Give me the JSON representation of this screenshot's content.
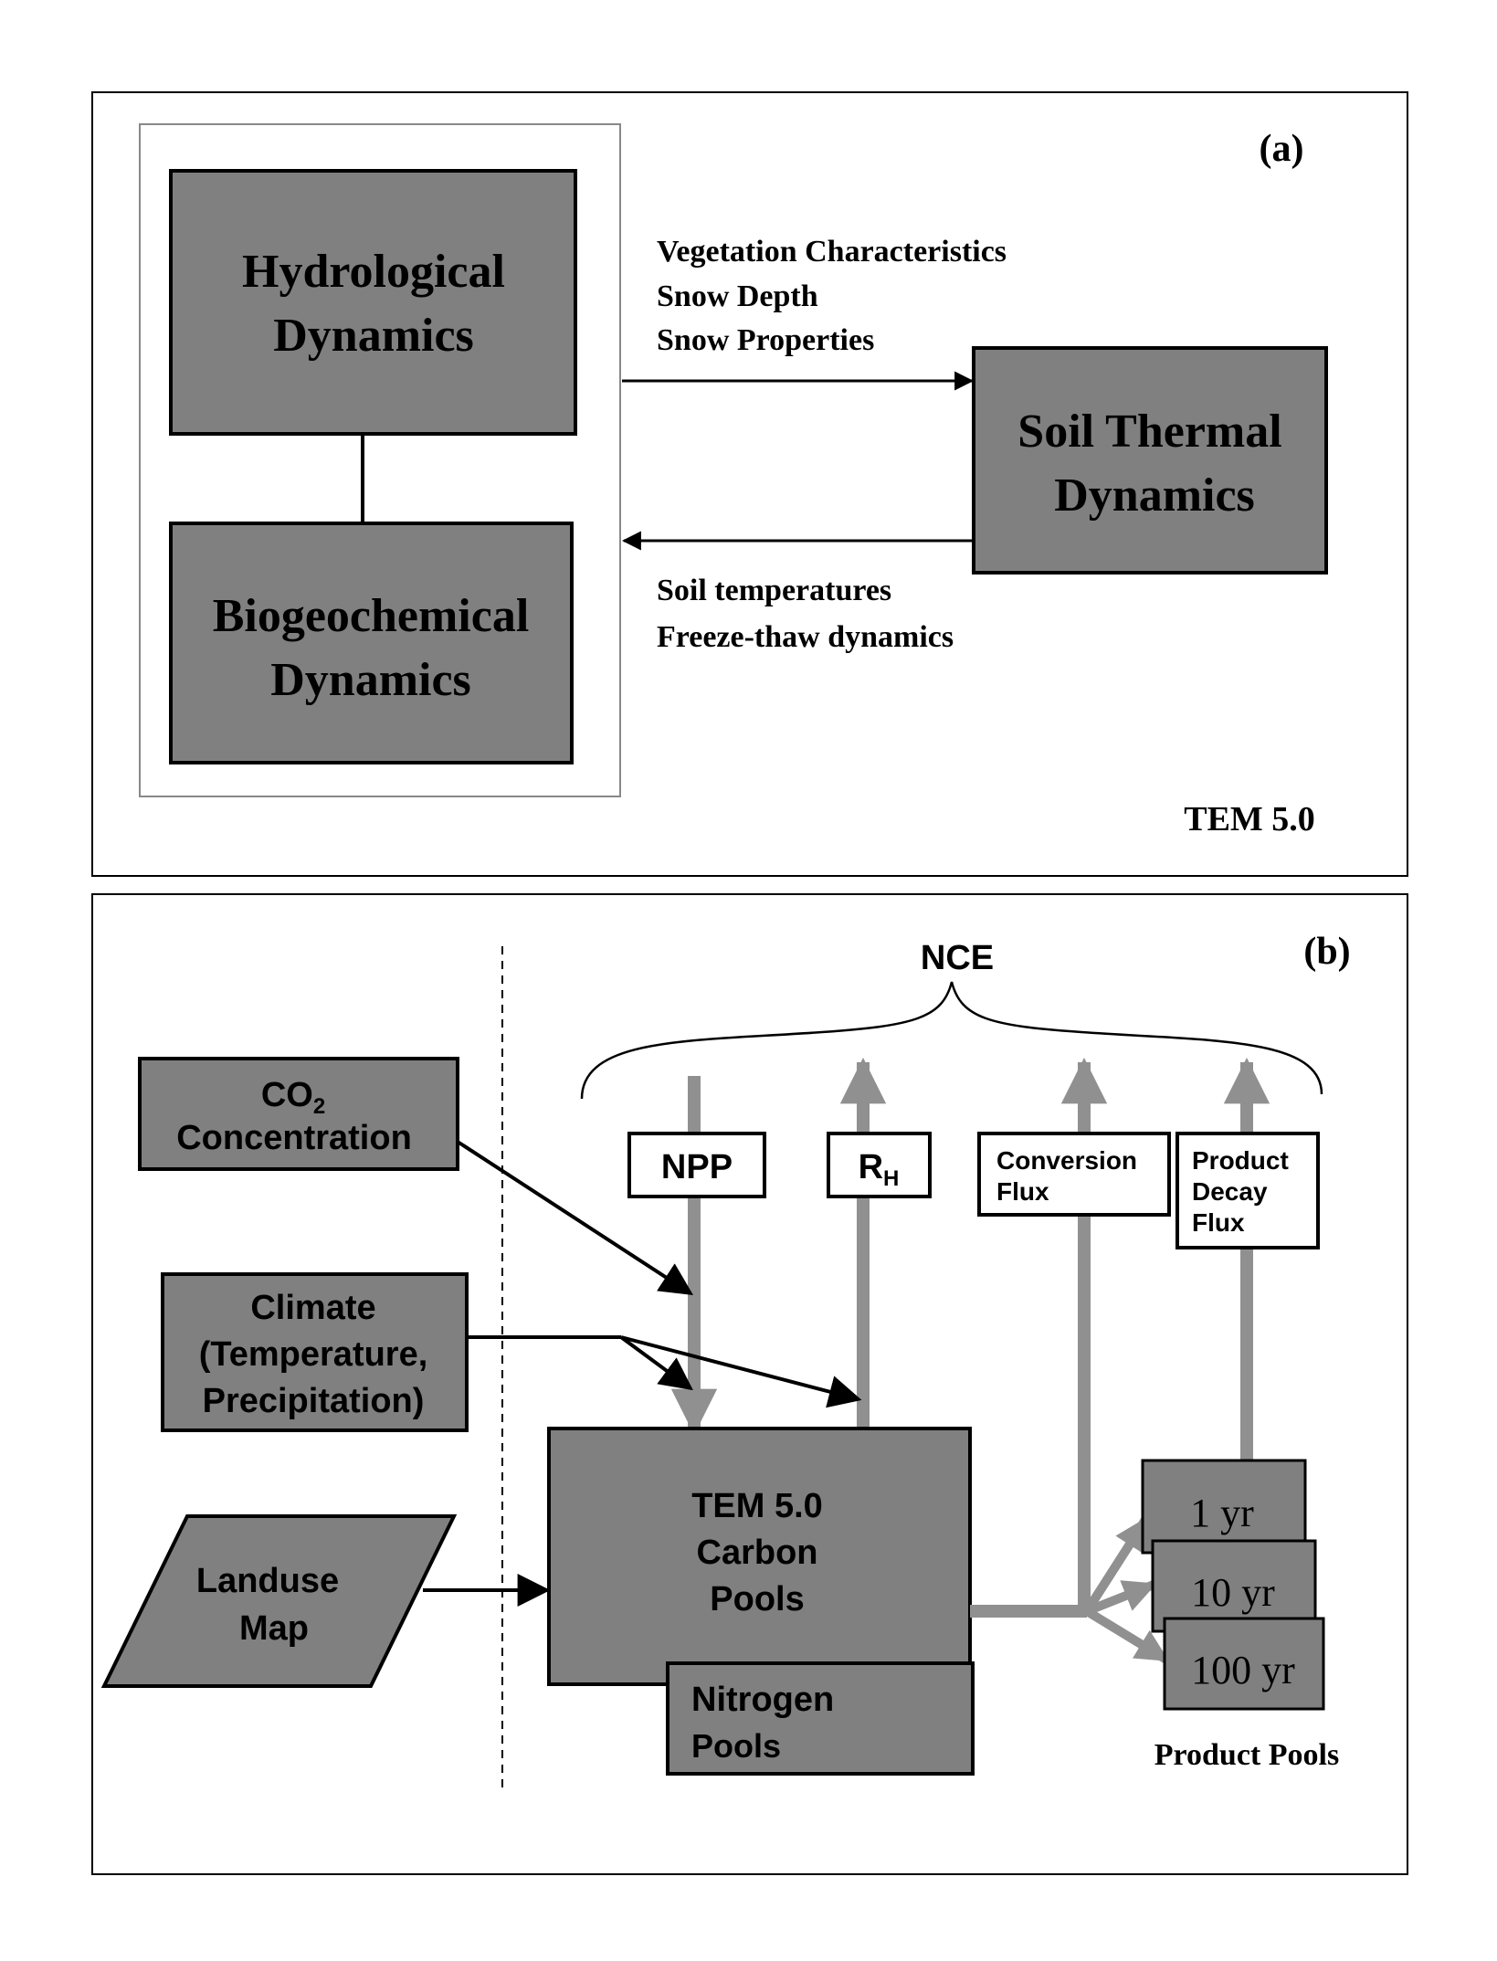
{
  "panel_a": {
    "label": "(a)",
    "hydro_box": {
      "line1": "Hydrological",
      "line2": "Dynamics"
    },
    "biogeo_box": {
      "line1": "Biogeochemical",
      "line2": "Dynamics"
    },
    "soil_box": {
      "line1": "Soil Thermal",
      "line2": "Dynamics"
    },
    "to_soil_labels": [
      "Vegetation Characteristics",
      "Snow Depth",
      "Snow Properties"
    ],
    "from_soil_labels": [
      "Soil temperatures",
      "Freeze-thaw dynamics"
    ],
    "model_label": "TEM 5.0"
  },
  "panel_b": {
    "label": "(b)",
    "nce_label": "NCE",
    "co2_box": {
      "line1_main": "CO",
      "line1_sub": "2",
      "line2": "Concentration"
    },
    "climate_box": {
      "line1": "Climate",
      "line2": "(Temperature,",
      "line3": "Precipitation)"
    },
    "landuse_box": {
      "line1": "Landuse",
      "line2": "Map"
    },
    "npp_box": "NPP",
    "rh_box": {
      "main": "R",
      "sub": "H"
    },
    "conversion_box": {
      "line1": "Conversion",
      "line2": "Flux"
    },
    "product_decay_box": {
      "line1": "Product",
      "line2": "Decay",
      "line3": "Flux"
    },
    "carbon_box": {
      "line1": "TEM 5.0",
      "line2": "Carbon",
      "line3": "Pools"
    },
    "nitrogen_box": {
      "line1": "Nitrogen",
      "line2": "Pools"
    },
    "pools": [
      "1 yr",
      "10 yr",
      "100 yr"
    ],
    "product_pools_label": "Product Pools"
  },
  "colors": {
    "box_fill": "#808080",
    "line": "#000000",
    "flow_arrow": "#909090",
    "background": "#ffffff"
  }
}
